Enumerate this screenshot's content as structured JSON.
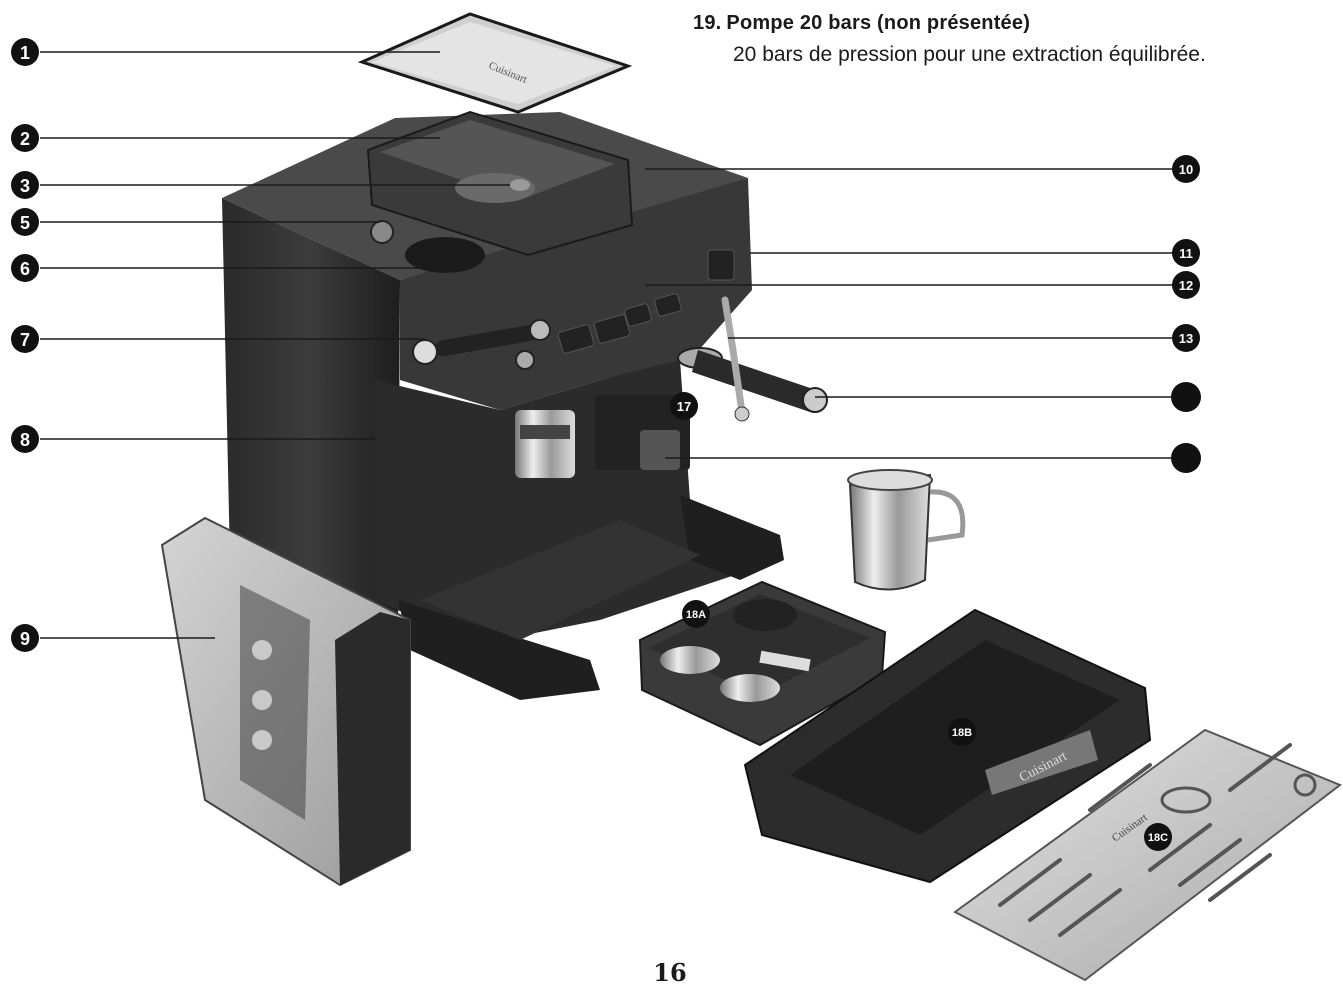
{
  "header": {
    "item_number": "19.",
    "title": "Pompe 20 bars (non présentée)",
    "description": "20 bars de pression pour une extraction équilibrée."
  },
  "callouts_left": [
    {
      "label": "1"
    },
    {
      "label": "2"
    },
    {
      "label": "3"
    },
    {
      "label": "5"
    },
    {
      "label": "6"
    },
    {
      "label": "7"
    },
    {
      "label": "8"
    },
    {
      "label": "9"
    }
  ],
  "callouts_right": [
    {
      "label": "10"
    },
    {
      "label": "11"
    },
    {
      "label": "12"
    },
    {
      "label": "13"
    },
    {
      "label": ""
    },
    {
      "label": ""
    }
  ],
  "inline_badges": [
    {
      "label": "17"
    },
    {
      "label": "18A"
    },
    {
      "label": "18B"
    },
    {
      "label": "18C"
    }
  ],
  "logos": {
    "lid": "Cuisinart",
    "drip_tray": "Cuisinart",
    "grate": "Cuisinart"
  },
  "footer": {
    "page_number": "16"
  }
}
